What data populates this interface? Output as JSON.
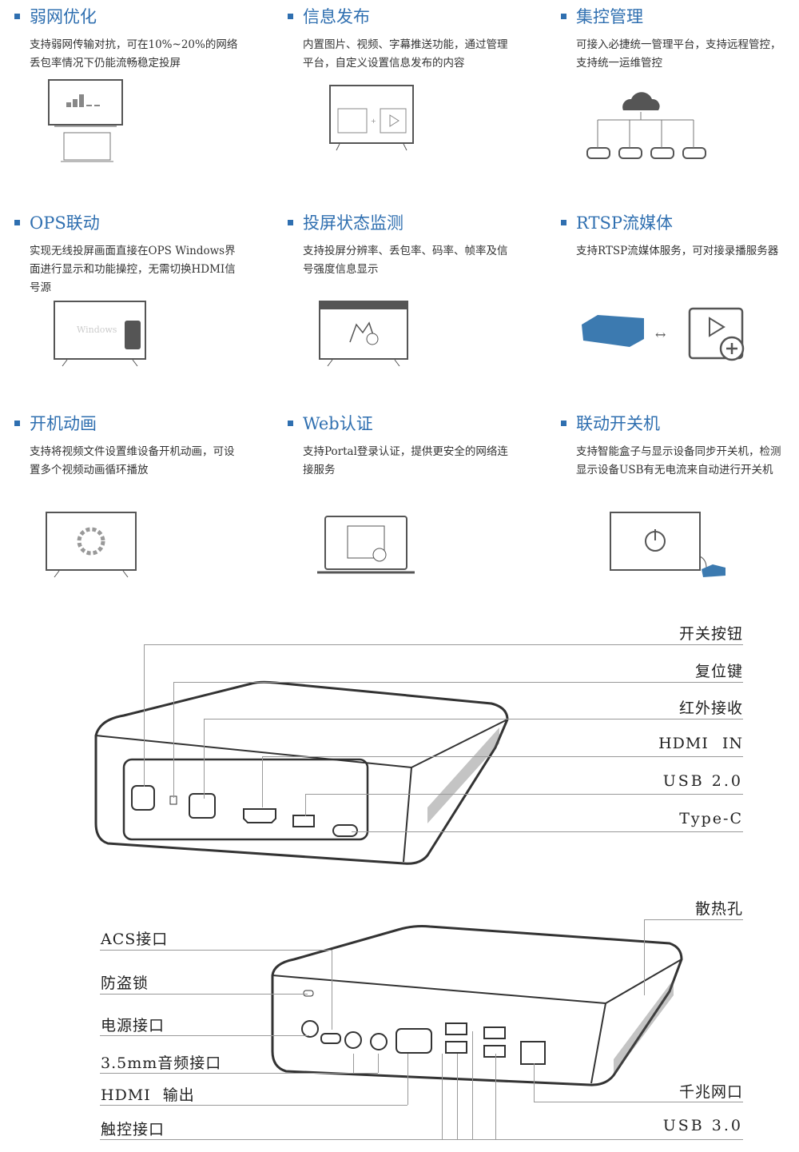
{
  "features": [
    {
      "title": "弱网优化",
      "desc": "支持弱网传输对抗，可在10%~20%的网络丢包率情况下仍能流畅稳定投屏"
    },
    {
      "title": "信息发布",
      "desc": "内置图片、视频、字幕推送功能，通过管理平台，自定义设置信息发布的内容"
    },
    {
      "title": "集控管理",
      "desc": "可接入必捷统一管理平台，支持远程管控，支持统一运维管控"
    },
    {
      "title": "OPS联动",
      "desc": "实现无线投屏画面直接在OPS Windows界面进行显示和功能操控，无需切换HDMI信号源",
      "illus_text": "Windows"
    },
    {
      "title": "投屏状态监测",
      "desc": "支持投屏分辨率、丢包率、码率、帧率及信号强度信息显示"
    },
    {
      "title": "RTSP流媒体",
      "desc": "支持RTSP流媒体服务，可对接录播服务器"
    },
    {
      "title": "开机动画",
      "desc": "支持将视频文件设置维设备开机动画，可设置多个视频动画循环播放"
    },
    {
      "title": "Web认证",
      "desc": "支持Portal登录认证，提供更安全的网络连接服务"
    },
    {
      "title": "联动开关机",
      "desc": "支持智能盒子与显示设备同步开关机，检测显示设备USB有无电流来自动进行开关机"
    }
  ],
  "front_labels": [
    "开关按钮",
    "复位键",
    "红外接收",
    "HDMI IN",
    "USB 2.0",
    "Type-C"
  ],
  "back_labels_left": [
    "ACS接口",
    "防盗锁",
    "电源接口",
    "3.5mm音频接口",
    "HDMI 输出",
    "触控接口"
  ],
  "back_labels_right": [
    "散热孔",
    "千兆网口",
    "USB 3.0"
  ],
  "colors": {
    "accent": "#2f6fb0"
  }
}
